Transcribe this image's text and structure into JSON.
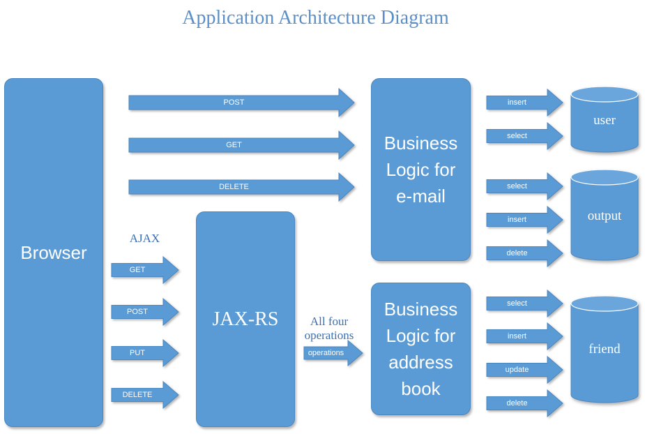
{
  "title": "Application Architecture Diagram",
  "boxes": {
    "browser": "Browser",
    "jaxrs": "JAX-RS",
    "email_logic": "Business\nLogic for\ne-mail",
    "address_logic": "Business\nLogic for\naddress\nbook"
  },
  "databases": {
    "user": "user",
    "output": "output",
    "friend": "friend"
  },
  "notes": {
    "ajax": "AJAX",
    "all_four": "All four\noperations"
  },
  "arrows": {
    "browser_to_email": [
      "POST",
      "GET",
      "DELETE"
    ],
    "ajax_to_jaxrs": [
      "GET",
      "POST",
      "PUT",
      "DELETE"
    ],
    "jaxrs_to_address": "operations",
    "email_to_user": [
      "insert",
      "select"
    ],
    "email_to_output": [
      "select",
      "insert",
      "delete"
    ],
    "address_to_friend": [
      "select",
      "insert",
      "update",
      "delete"
    ]
  },
  "colors": {
    "box_fill": "#5b9bd5",
    "title": "#5b8fc7",
    "note": "#3d6fb0"
  }
}
